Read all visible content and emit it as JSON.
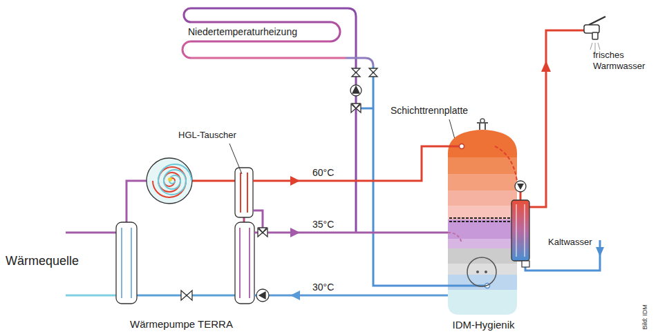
{
  "diagram": {
    "nodes": [
      {
        "text": [
          "IDM-Hygienik"
        ]
      }
    ],
    "labels": [
      "Niedertemperaturheizung",
      "HGL-Tauscher",
      "60°C",
      "35°C",
      "30°C",
      "Schichttrennplatte",
      "frisches Warmwasser",
      "Kaltwasser",
      "Wärmequelle",
      "Wärmepumpe TERRA",
      "Bild: IDM"
    ]
  }
}
